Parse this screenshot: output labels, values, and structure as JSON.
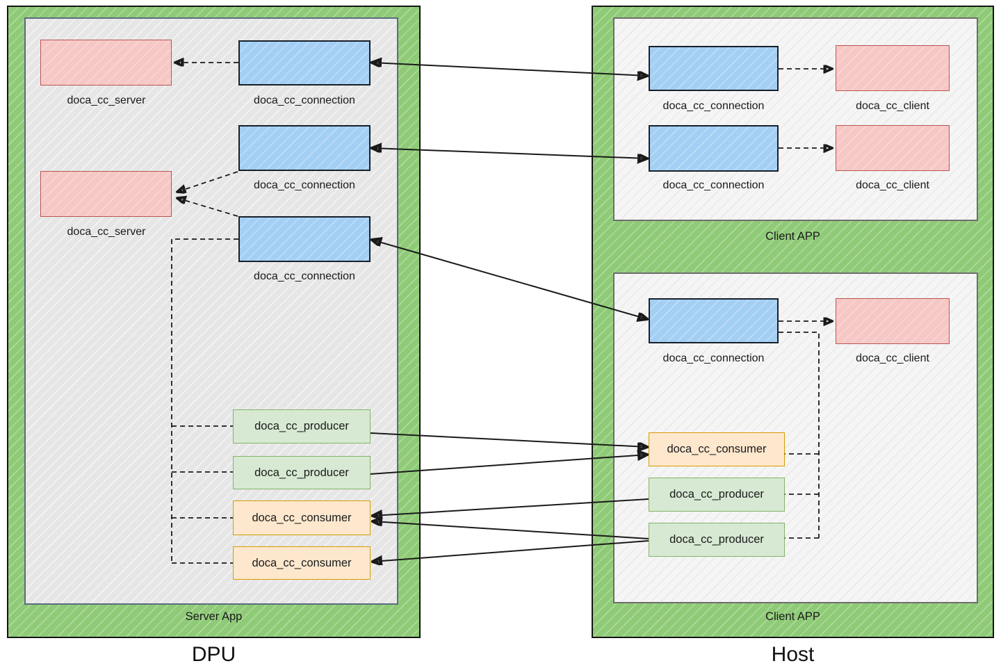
{
  "dpu": {
    "title": "DPU",
    "server_app": {
      "label": "Server App",
      "servers": [
        {
          "label": "doca_cc_server"
        },
        {
          "label": "doca_cc_server"
        }
      ],
      "connections": [
        {
          "label": "doca_cc_connection"
        },
        {
          "label": "doca_cc_connection"
        },
        {
          "label": "doca_cc_connection"
        }
      ],
      "producers": [
        {
          "label": "doca_cc_producer"
        },
        {
          "label": "doca_cc_producer"
        }
      ],
      "consumers": [
        {
          "label": "doca_cc_consumer"
        },
        {
          "label": "doca_cc_consumer"
        }
      ]
    }
  },
  "host": {
    "title": "Host",
    "client_apps": [
      {
        "label": "Client APP",
        "connections": [
          {
            "label": "doca_cc_connection"
          },
          {
            "label": "doca_cc_connection"
          }
        ],
        "clients": [
          {
            "label": "doca_cc_client"
          },
          {
            "label": "doca_cc_client"
          }
        ]
      },
      {
        "label": "Client APP",
        "connections": [
          {
            "label": "doca_cc_connection"
          }
        ],
        "clients": [
          {
            "label": "doca_cc_client"
          }
        ],
        "consumers": [
          {
            "label": "doca_cc_consumer"
          }
        ],
        "producers": [
          {
            "label": "doca_cc_producer"
          },
          {
            "label": "doca_cc_producer"
          }
        ]
      }
    ]
  },
  "colors": {
    "zone_green": "#8fcb77",
    "server_app_gray": "#e6e6e6",
    "client_app_gray": "#f5f5f5",
    "connection_blue": "#a4cff4",
    "server_client_pink": "#f6c8c5",
    "producer_green": "#d7e9d3",
    "producer_border": "#82b366",
    "consumer_orange": "#fde7cd",
    "consumer_border": "#d79b00",
    "edge_black": "#1a1a1a"
  },
  "edges": {
    "dashed_arrows": [
      {
        "from": "dpu.connection.1",
        "to": "dpu.server.1"
      },
      {
        "from": "dpu.connection.2",
        "to": "dpu.server.2"
      },
      {
        "from": "dpu.connection.3",
        "to": "dpu.server.2"
      },
      {
        "from": "host.app1.connection.1",
        "to": "host.app1.client.1"
      },
      {
        "from": "host.app1.connection.2",
        "to": "host.app1.client.2"
      },
      {
        "from": "host.app2.connection.1",
        "to": "host.app2.client.1"
      }
    ],
    "dashed_trees": [
      {
        "from": "dpu.connection.3",
        "to": [
          "dpu.producer.1",
          "dpu.producer.2",
          "dpu.consumer.1",
          "dpu.consumer.2"
        ]
      },
      {
        "from": "host.app2.connection.1",
        "to": [
          "host.app2.consumer.1",
          "host.app2.producer.1",
          "host.app2.producer.2"
        ]
      }
    ],
    "solid_bidirectional": [
      {
        "a": "dpu.connection.1",
        "b": "host.app1.connection.1"
      },
      {
        "a": "dpu.connection.2",
        "b": "host.app1.connection.2"
      },
      {
        "a": "dpu.connection.3",
        "b": "host.app2.connection.1"
      }
    ],
    "solid_arrows": [
      {
        "from": "dpu.producer.1",
        "to": "host.app2.consumer.1"
      },
      {
        "from": "dpu.producer.2",
        "to": "host.app2.consumer.1"
      },
      {
        "from": "host.app2.producer.1",
        "to": "dpu.consumer.1"
      },
      {
        "from": "host.app2.producer.2",
        "to": "dpu.consumer.1"
      },
      {
        "from": "host.app2.producer.2",
        "to": "dpu.consumer.2"
      }
    ]
  }
}
